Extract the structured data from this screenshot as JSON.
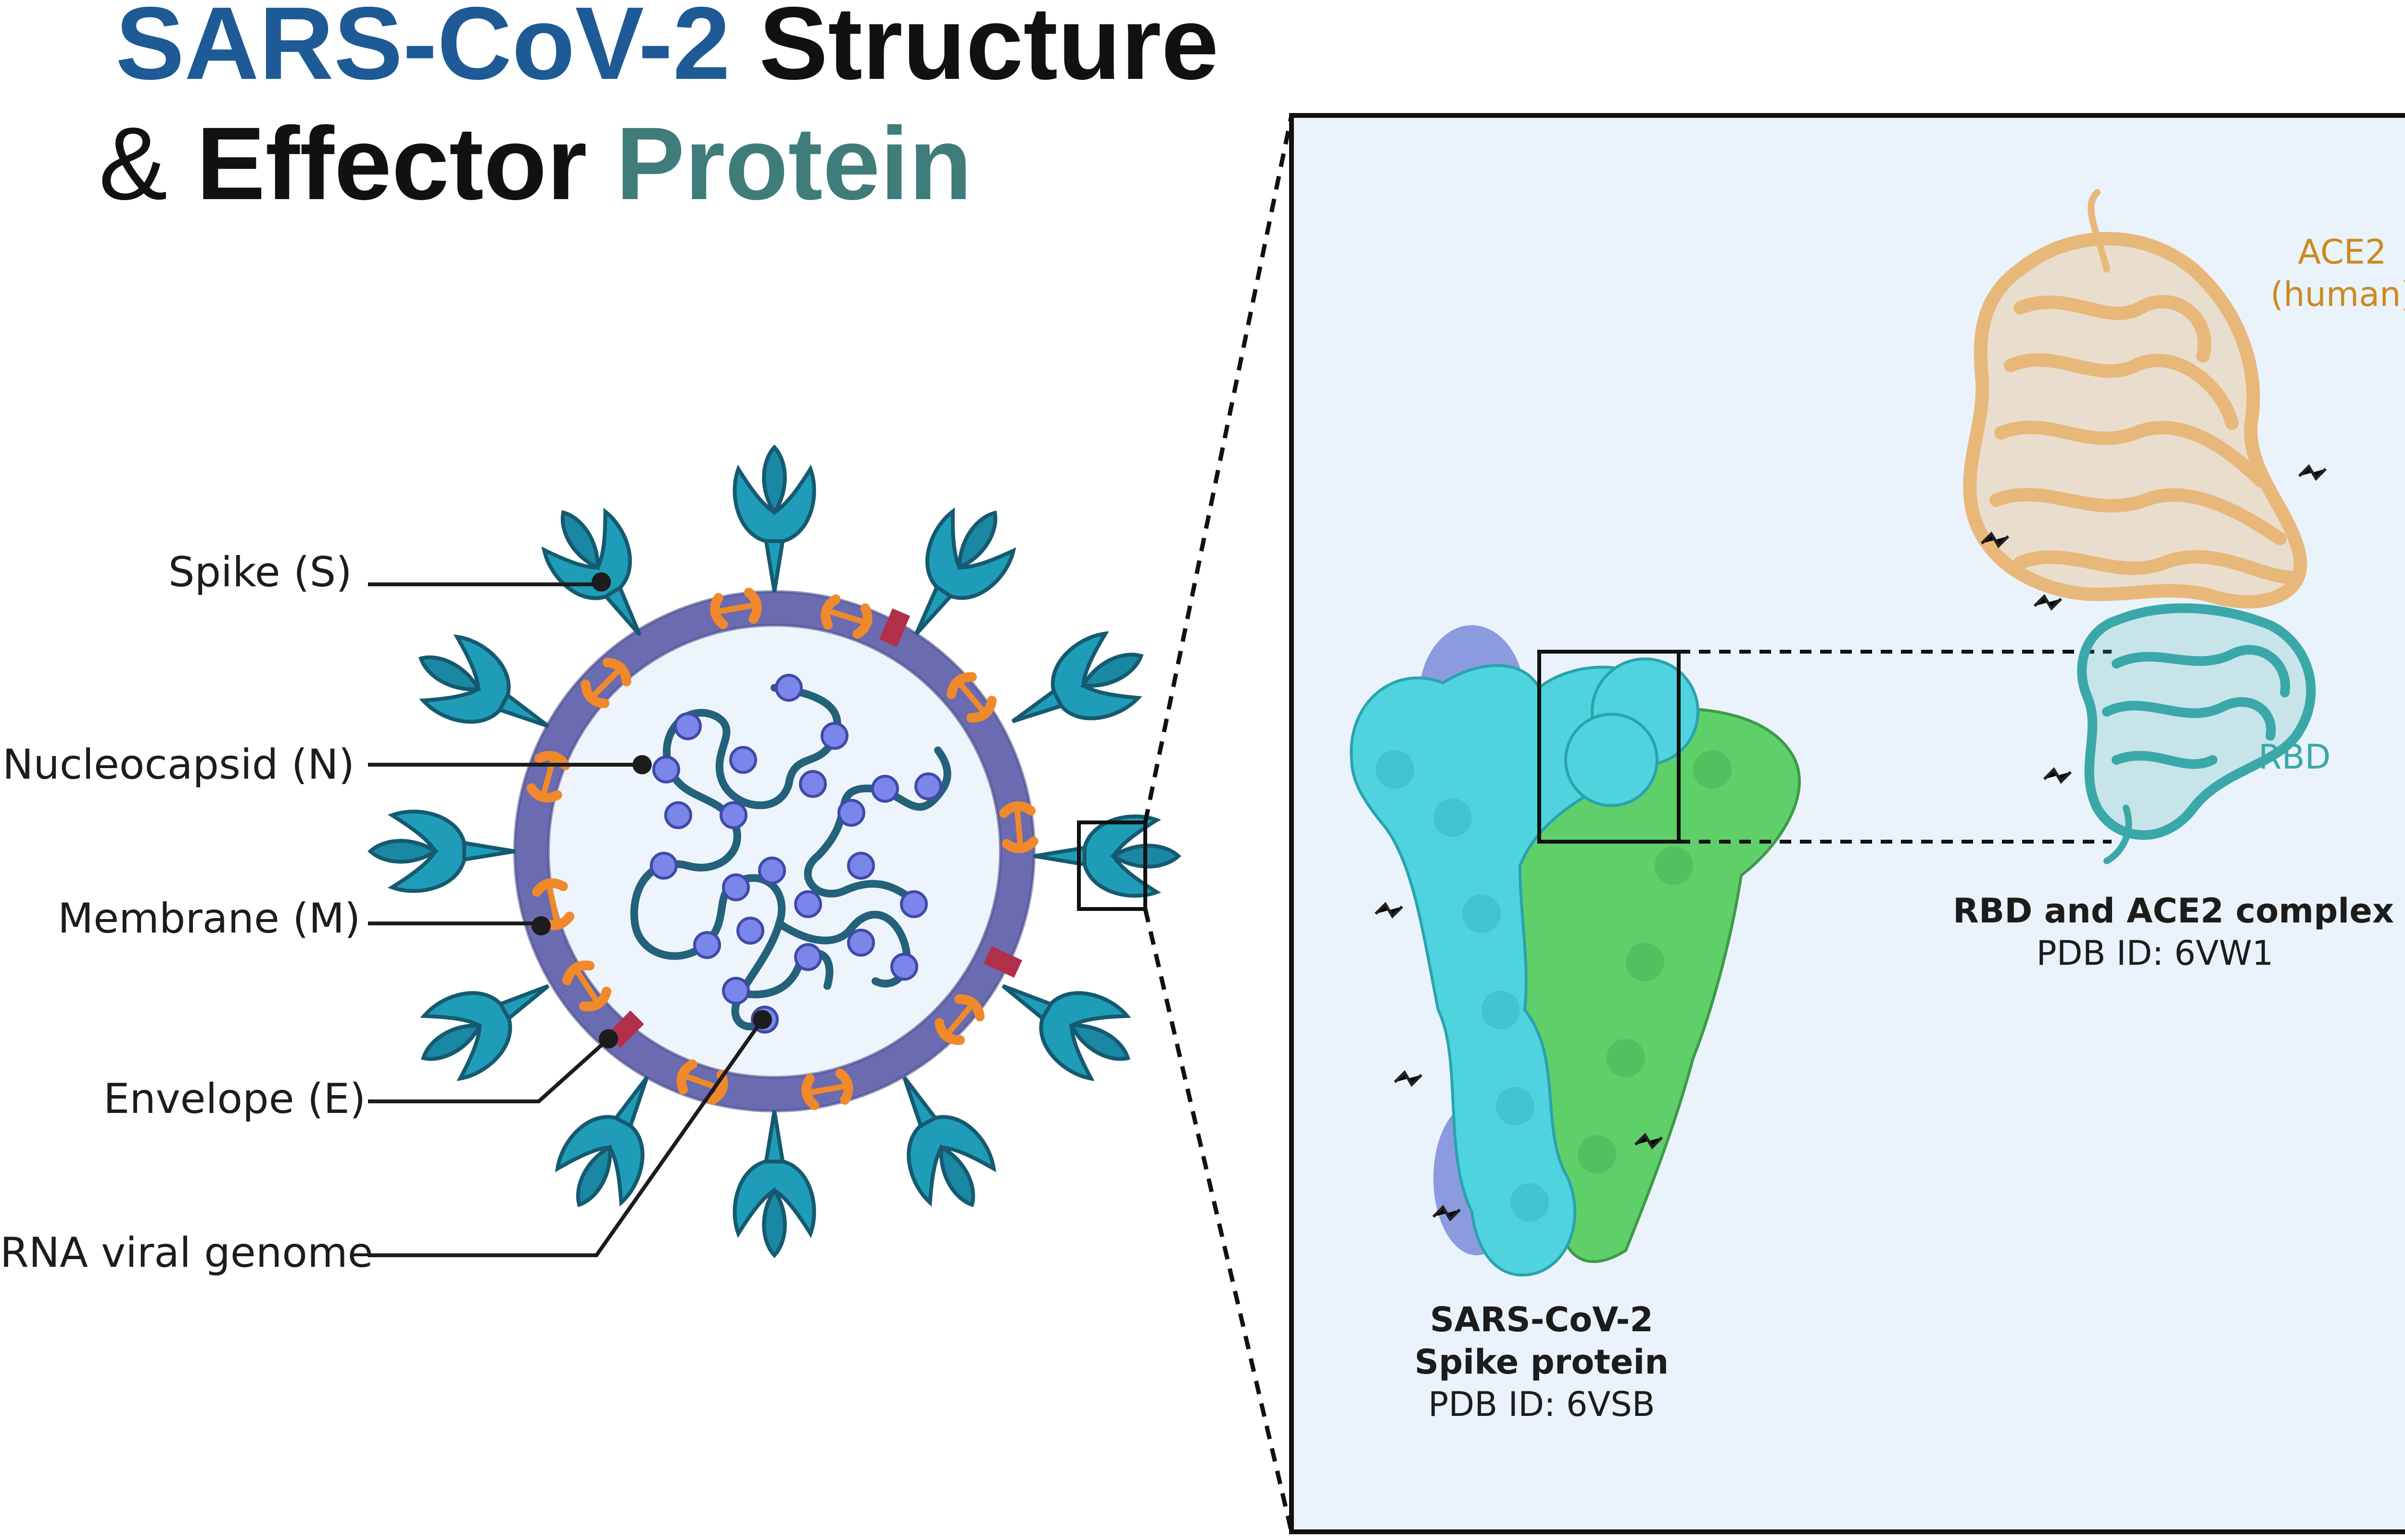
{
  "title": {
    "line1_part1": "SARS-CoV-2",
    "line1_part2": "Structure",
    "line2_part1": "&",
    "line2_part2": "Effector",
    "line2_part3": "Protein"
  },
  "labels": {
    "spike": "Spike (S)",
    "nucleocapsid": "Nucleocapsid (N)",
    "membrane": "Membrane (M)",
    "envelope": "Envelope (E)",
    "rna": "RNA viral genome"
  },
  "inset": {
    "ace2_line1": "ACE2",
    "ace2_line2": "(human)",
    "rbd": "RBD",
    "complex_title": "RBD and ACE2 complex",
    "complex_pdb": "PDB ID: 6VW1",
    "spike_title_line1": "SARS-CoV-2",
    "spike_title_line2": "Spike protein",
    "spike_pdb": "PDB ID: 6VSB"
  },
  "colors": {
    "title_blue": "#1d5a96",
    "title_black": "#111111",
    "title_teal": "#3f7c7a",
    "spike_teal": "#1f9db8",
    "membrane_purple": "#6a6bb0",
    "virion_fill": "#eef4fb",
    "nucleocapsid_blue": "#7b86ea",
    "rna_strand": "#24617a",
    "membrane_protein_orange": "#f0892a",
    "envelope_red": "#b0304a",
    "inset_bg": "#eaf3fb",
    "ace2_tan": "#e8b87a",
    "ace2_label": "#cc8a1e",
    "rbd_teal": "#3aa8a8",
    "spike_cyan": "#4fd3df",
    "spike_green": "#5fcf6a",
    "spike_lavender": "#8c9be0"
  }
}
